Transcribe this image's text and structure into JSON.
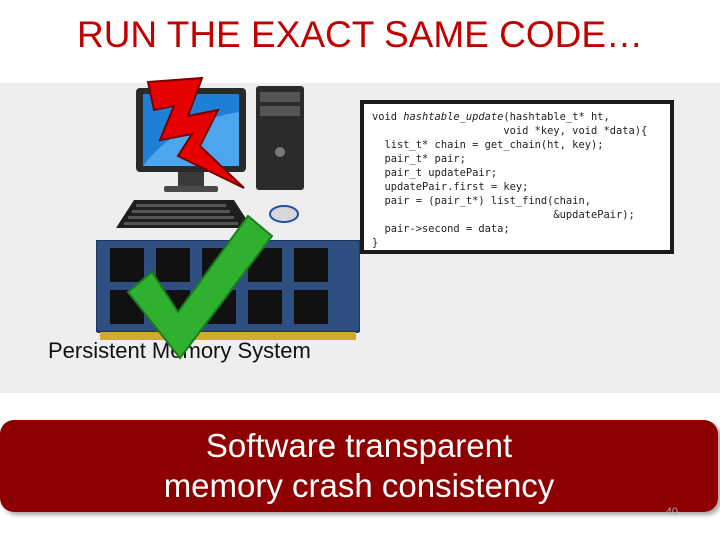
{
  "slide": {
    "title": "RUN THE EXACT SAME CODE…",
    "page_number": "40"
  },
  "code": {
    "fn_keyword": "void ",
    "fn_name": "hashtable_update",
    "lines": [
      "(hashtable_t* ht,",
      "                     void *key, void *data){",
      "  list_t* chain = get_chain(ht, key);",
      "  pair_t* pair;",
      "  pair_t updatePair;",
      "  updatePair.first = key;",
      "  pair = (pair_t*) list_find(chain,",
      "                             &updatePair);",
      "  pair->second = data;",
      "}"
    ]
  },
  "illustration": {
    "computer_icon": "desktop-computer-icon",
    "ram_icon": "memory-module-icon",
    "crash_icon": "lightning-bolt-icon",
    "ok_icon": "green-checkmark-icon",
    "label": "Persistent Memory System"
  },
  "banner": {
    "line1": "Software transparent",
    "line2": "memory crash consistency"
  },
  "colors": {
    "title": "#c00000",
    "banner": "#8e0000",
    "lightning": "#e60000",
    "check": "#2fb12f",
    "panel": "#eeeeee"
  }
}
